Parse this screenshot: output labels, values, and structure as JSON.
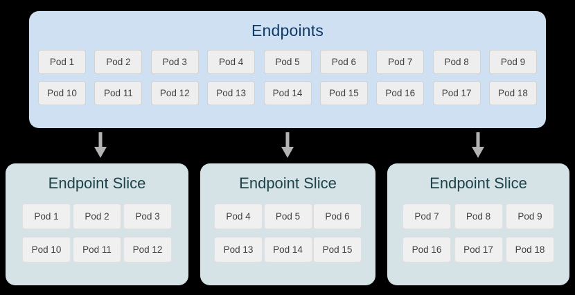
{
  "diagram": {
    "endpoints": {
      "title": "Endpoints",
      "bg_color": "#cfe0f2",
      "title_color": "#123a67",
      "rows": [
        [
          "Pod 1",
          "Pod 2",
          "Pod 3",
          "Pod 4",
          "Pod 5",
          "Pod 6",
          "Pod 7",
          "Pod 8",
          "Pod 9"
        ],
        [
          "Pod 10",
          "Pod 11",
          "Pod 12",
          "Pod 13",
          "Pod 14",
          "Pod 15",
          "Pod 16",
          "Pod 17",
          "Pod 18"
        ]
      ]
    },
    "arrows": [
      {
        "name": "arrow-to-slice-1",
        "direction": "down",
        "color": "#b3b3b3"
      },
      {
        "name": "arrow-to-slice-2",
        "direction": "down",
        "color": "#b3b3b3"
      },
      {
        "name": "arrow-to-slice-3",
        "direction": "down",
        "color": "#b3b3b3"
      }
    ],
    "slices": [
      {
        "title": "Endpoint Slice",
        "bg_color": "#d5e3e7",
        "title_color": "#1d4349",
        "rows": [
          [
            "Pod 1",
            "Pod 2",
            "Pod 3"
          ],
          [
            "Pod 10",
            "Pod 11",
            "Pod 12"
          ]
        ]
      },
      {
        "title": "Endpoint Slice",
        "bg_color": "#d5e3e7",
        "title_color": "#1d4349",
        "rows": [
          [
            "Pod 4",
            "Pod 5",
            "Pod 6"
          ],
          [
            "Pod 13",
            "Pod 14",
            "Pod 15"
          ]
        ]
      },
      {
        "title": "Endpoint Slice",
        "bg_color": "#d5e3e7",
        "title_color": "#1d4349",
        "rows": [
          [
            "Pod 7",
            "Pod 8",
            "Pod 9"
          ],
          [
            "Pod 16",
            "Pod 17",
            "Pod 18"
          ]
        ]
      }
    ]
  }
}
